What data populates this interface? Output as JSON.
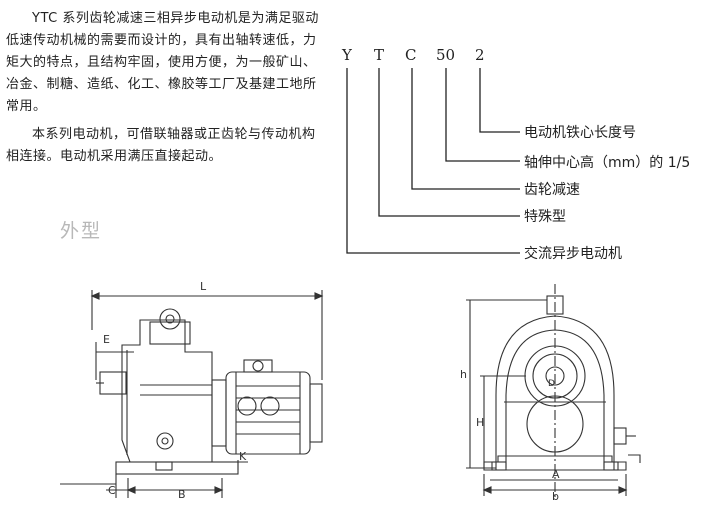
{
  "intro": {
    "para1": "YTC 系列齿轮减速三相异步电动机是为满足驱动低速传动机械的需要而设计的，具有出轴转速低，力矩大的特点，且结构牢固，使用方便，为一般矿山、冶金、制糖、造纸、化工、橡胶等工厂及基建工地所常用。",
    "para2": "本系列电动机，可借联轴器或正齿轮与传动机构相连接。电动机采用满压直接起动。"
  },
  "heading": "外型",
  "model_code": {
    "letters": [
      "Y",
      "T",
      "C",
      "50",
      "2"
    ],
    "labels": [
      "电动机铁心长度号",
      "轴伸中心高（mm）的 1/5",
      "齿轮减速",
      "特殊型",
      "交流异步电动机"
    ]
  },
  "side_view": {
    "dim_L": "L",
    "dim_E": "E",
    "dim_K": "K",
    "dim_C": "C",
    "dim_B": "B"
  },
  "front_view": {
    "dim_h": "h",
    "dim_H": "H",
    "dim_A": "A",
    "dim_b": "b",
    "dim_D": "D"
  }
}
